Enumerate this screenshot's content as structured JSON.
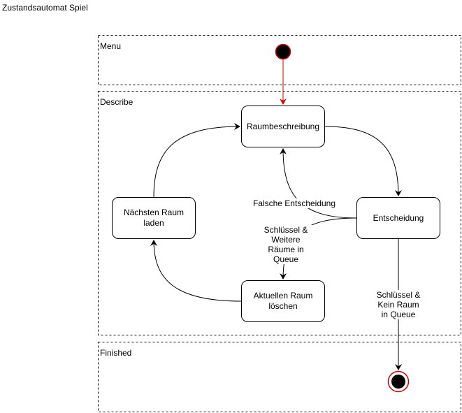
{
  "title": "Zustandsautomat Spiel",
  "lanes": {
    "menu": "Menu",
    "describe": "Describe",
    "finished": "Finished"
  },
  "states": {
    "raumbeschreibung": "Raumbeschreibung",
    "entscheidung": "Entscheidung",
    "naechsten_raum_laden": "Nächsten Raum laden",
    "aktuellen_raum_loeschen": "Aktuellen Raum löschen"
  },
  "edges": {
    "falsche_entscheidung": "Falsche Entscheidung",
    "schluessel_weitere": "Schlüssel & Weitere Räume in Queue",
    "schluessel_kein": "Schlüssel & Kein Raum in Queue"
  },
  "colors": {
    "initial_arrow": "#cc0000",
    "final_ring": "#cc0000",
    "node_fill": "#000000",
    "stroke": "#000000"
  }
}
